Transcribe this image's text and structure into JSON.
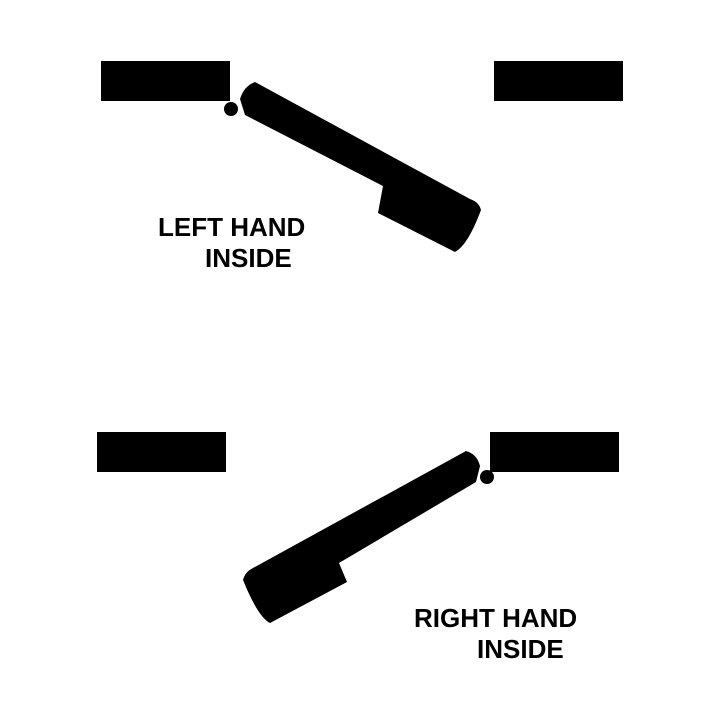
{
  "colors": {
    "ink": "#000000",
    "background": "#ffffff"
  },
  "top_figure": {
    "label_line1": "LEFT HAND",
    "label_line2": "INSIDE"
  },
  "bottom_figure": {
    "label_line1": "RIGHT HAND",
    "label_line2": "INSIDE"
  }
}
